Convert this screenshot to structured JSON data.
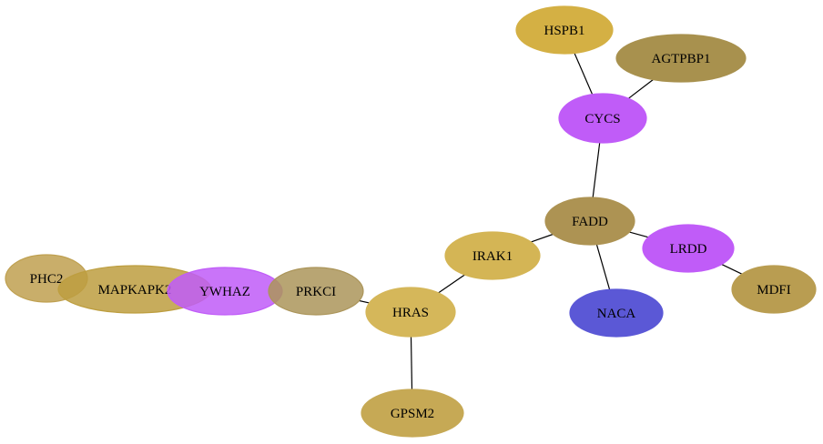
{
  "nodes": [
    {
      "id": "HSPB1",
      "label": "HSPB1",
      "color": "#d4b044"
    },
    {
      "id": "AGTPBP1",
      "label": "AGTPBP1",
      "color": "#a8914e"
    },
    {
      "id": "CYCS",
      "label": "CYCS",
      "color": "#c05cf8"
    },
    {
      "id": "FADD",
      "label": "FADD",
      "color": "#ad9353"
    },
    {
      "id": "LRDD",
      "label": "LRDD",
      "color": "#c05cf8"
    },
    {
      "id": "MDFI",
      "label": "MDFI",
      "color": "#b99d51"
    },
    {
      "id": "IRAK1",
      "label": "IRAK1",
      "color": "#d4b555"
    },
    {
      "id": "NACA",
      "label": "NACA",
      "color": "#5b58d6"
    },
    {
      "id": "PHC2",
      "label": "PHC2",
      "color": "#bfa050"
    },
    {
      "id": "MAPKAPK2",
      "label": "MAPKAPK2",
      "color": "#bd9e3f"
    },
    {
      "id": "YWHAZ",
      "label": "YWHAZ",
      "color": "#c05cf8"
    },
    {
      "id": "PRKCI",
      "label": "PRKCI",
      "color": "#ab955a"
    },
    {
      "id": "HRAS",
      "label": "HRAS",
      "color": "#d5b75a"
    },
    {
      "id": "GPSM2",
      "label": "GPSM2",
      "color": "#c6a955"
    }
  ],
  "edges": [
    {
      "source": "HSPB1",
      "target": "CYCS"
    },
    {
      "source": "AGTPBP1",
      "target": "CYCS"
    },
    {
      "source": "CYCS",
      "target": "FADD"
    },
    {
      "source": "FADD",
      "target": "LRDD"
    },
    {
      "source": "LRDD",
      "target": "MDFI"
    },
    {
      "source": "FADD",
      "target": "NACA"
    },
    {
      "source": "FADD",
      "target": "IRAK1"
    },
    {
      "source": "IRAK1",
      "target": "HRAS"
    },
    {
      "source": "HRAS",
      "target": "PRKCI"
    },
    {
      "source": "HRAS",
      "target": "GPSM2"
    }
  ]
}
